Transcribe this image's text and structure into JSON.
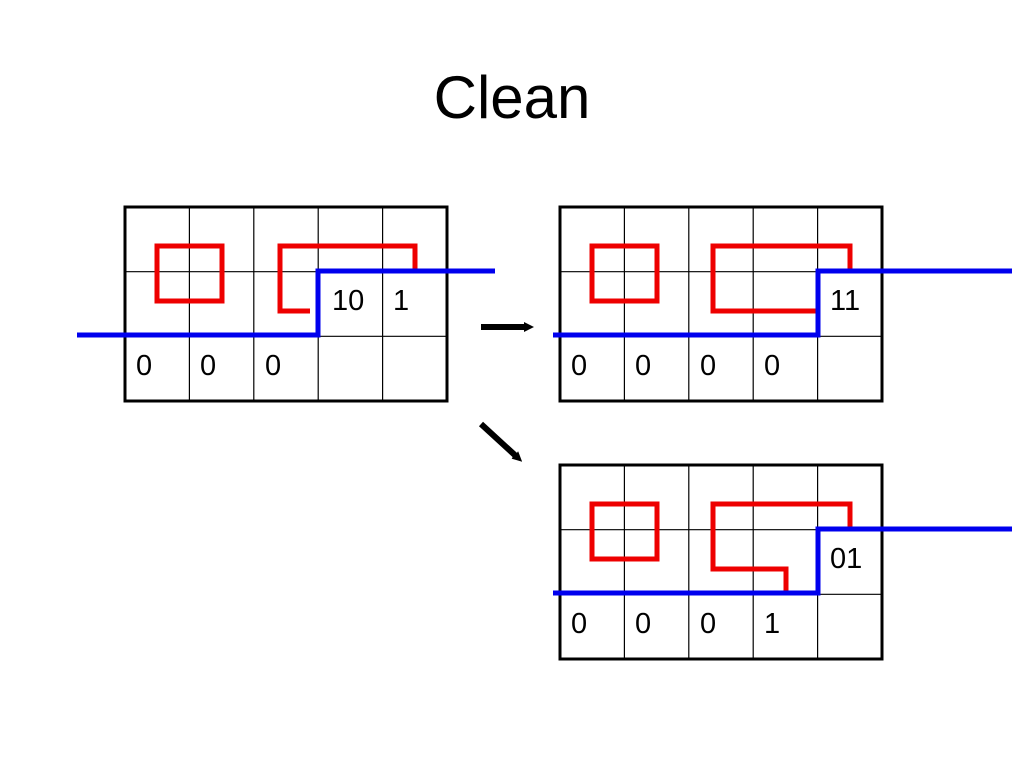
{
  "title": "Clean",
  "colors": {
    "grid": "#000000",
    "red_path": "#ee0000",
    "blue_path": "#0000ee",
    "arrow": "#000000"
  },
  "grids": [
    {
      "id": "start",
      "rows": [
        [
          "",
          "",
          "",
          "",
          ""
        ],
        [
          "",
          "",
          "",
          "10",
          "1"
        ],
        [
          "0",
          "0",
          "0",
          "",
          ""
        ]
      ]
    },
    {
      "id": "result-top",
      "rows": [
        [
          "",
          "",
          "",
          "",
          ""
        ],
        [
          "",
          "",
          "",
          "",
          "11"
        ],
        [
          "0",
          "0",
          "0",
          "0",
          ""
        ]
      ]
    },
    {
      "id": "result-bottom",
      "rows": [
        [
          "",
          "",
          "",
          "",
          ""
        ],
        [
          "",
          "",
          "",
          "",
          "01"
        ],
        [
          "0",
          "0",
          "0",
          "1",
          ""
        ]
      ]
    }
  ],
  "arrows": [
    {
      "name": "arrow-right",
      "direction": "right"
    },
    {
      "name": "arrow-diagonal",
      "direction": "down-right"
    }
  ]
}
